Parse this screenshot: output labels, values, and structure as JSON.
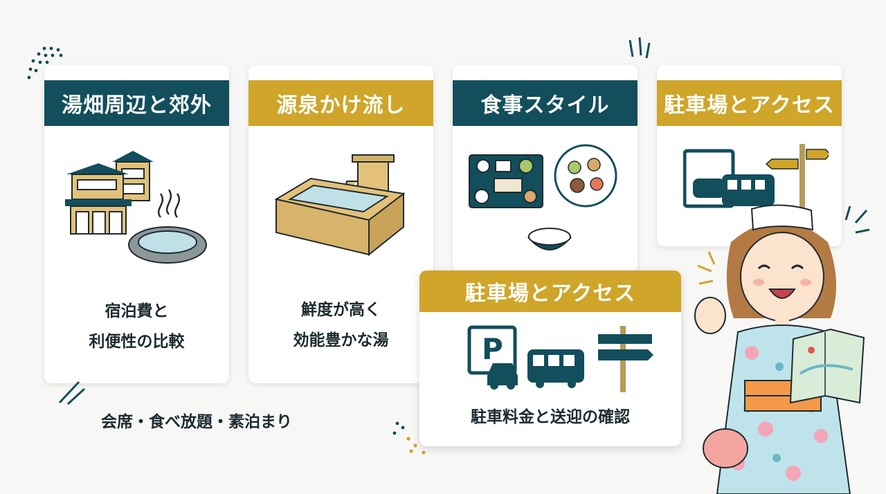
{
  "colors": {
    "teal": "#124e5c",
    "gold": "#cfa52a",
    "background": "#f7f7f5"
  },
  "cards": [
    {
      "title": "湯畑周辺と郊外",
      "body_line1": "宿泊費と",
      "body_line2": "利便性の比較",
      "icon": "onsen-inn-icon"
    },
    {
      "title": "源泉かけ流し",
      "body_line1": "鮮度が高く",
      "body_line2": "効能豊かな湯",
      "icon": "hot-spring-bath-icon"
    },
    {
      "title": "食事スタイル",
      "icon": "meal-tray-icon"
    },
    {
      "title": "駐車場とアクセス",
      "icon": "parking-bus-sign-icon"
    }
  ],
  "meal_caption": "会席・食べ放題・素泊まり",
  "front_card": {
    "title": "駐車場とアクセス",
    "body": "駐車料金と送迎の確認",
    "parking_letter": "P"
  }
}
